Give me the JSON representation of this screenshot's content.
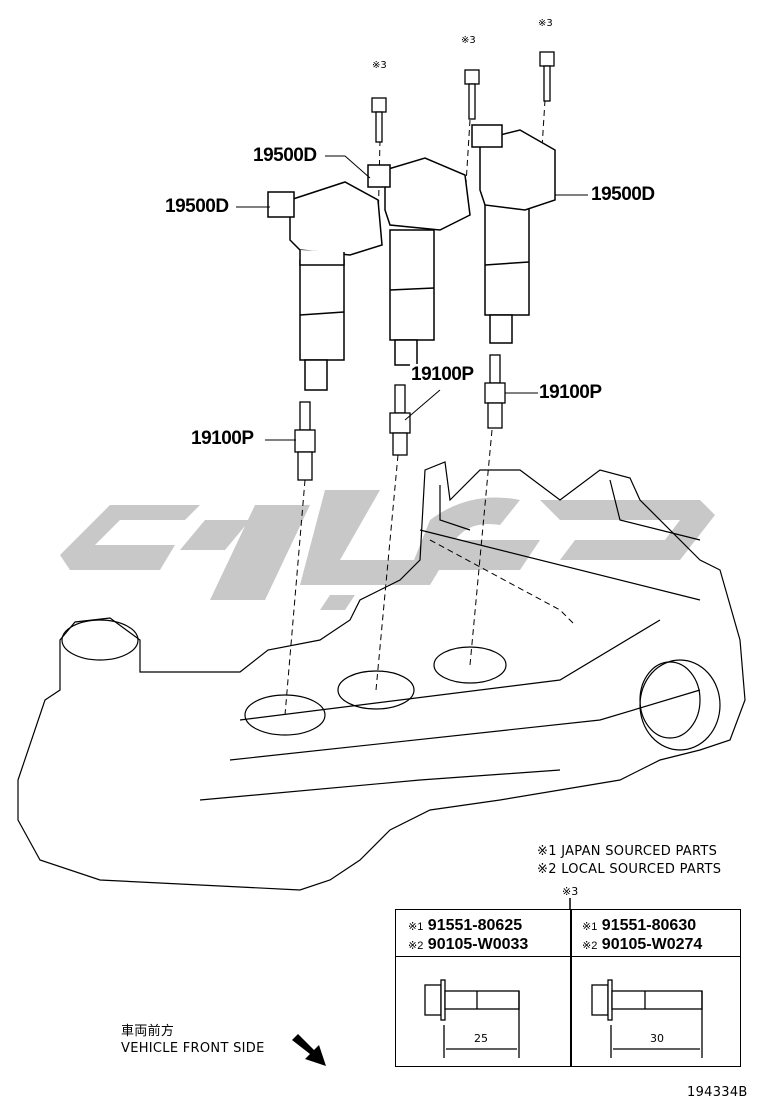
{
  "diagram_id": "194334B",
  "callouts": {
    "coil_left": "19500D",
    "coil_middle": "19500D",
    "coil_right": "19500D",
    "plug_left": "19100P",
    "plug_middle": "19100P",
    "plug_right": "19100P",
    "bolt_ref_1": "※3",
    "bolt_ref_2": "※3",
    "bolt_ref_3": "※3"
  },
  "legend": {
    "note1": "※1 JAPAN SOURCED PARTS",
    "note2": "※2 LOCAL SOURCED PARTS",
    "table_ref": "※3"
  },
  "bolt_table": [
    {
      "mark1": "※1",
      "part1": "91551-80625",
      "mark2": "※2",
      "part2": "90105-W0033",
      "length": "25"
    },
    {
      "mark1": "※1",
      "part1": "91551-80630",
      "mark2": "※2",
      "part2": "90105-W0274",
      "length": "30"
    }
  ],
  "direction": {
    "label_jp": "車両前方",
    "label_en": "VEHICLE FRONT SIDE",
    "icon": "arrow-down-right-icon"
  },
  "colors": {
    "line": "#000000",
    "watermark": "#c8c8c8"
  }
}
